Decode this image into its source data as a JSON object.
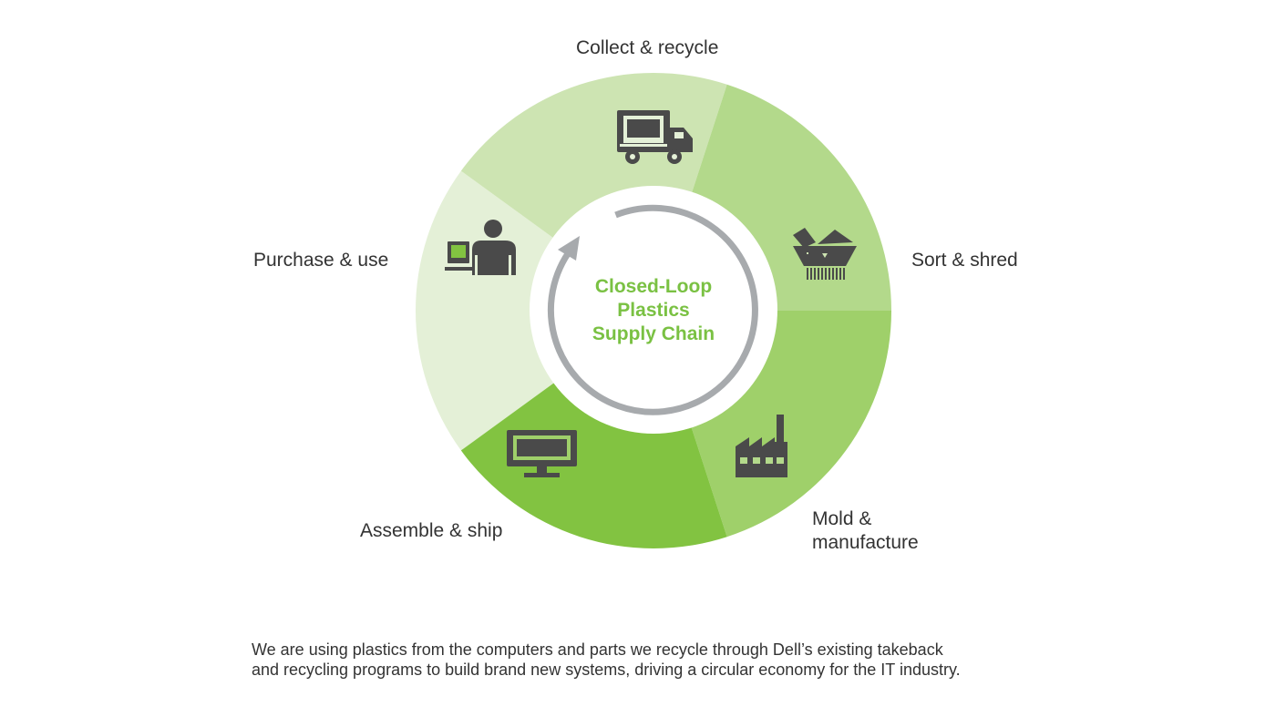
{
  "diagram": {
    "center_title": [
      "Closed-Loop",
      "Plastics",
      "Supply Chain"
    ],
    "stages": [
      {
        "label": "Collect & recycle",
        "icon": "truck-icon",
        "color": "#e4f0d7"
      },
      {
        "label": "Sort & shred",
        "icon": "shredder-icon",
        "color": "#cde4b2"
      },
      {
        "label": "Mold & manufacture",
        "label_lines": [
          "Mold &",
          "manufacture"
        ],
        "icon": "factory-icon",
        "color": "#b3d98b"
      },
      {
        "label": "Assemble & ship",
        "icon": "monitor-icon",
        "color": "#9fd06a"
      },
      {
        "label": "Purchase & use",
        "icon": "person-computer-icon",
        "color": "#82c341"
      }
    ],
    "accent_color": "#7ac143",
    "arrow_color": "#a7aaad",
    "icon_color": "#4a4a4a"
  },
  "caption": {
    "line1": "We are using plastics from the computers and parts we recycle through Dell’s existing takeback",
    "line2": "and recycling programs to build brand new systems, driving a circular economy for the IT industry."
  }
}
